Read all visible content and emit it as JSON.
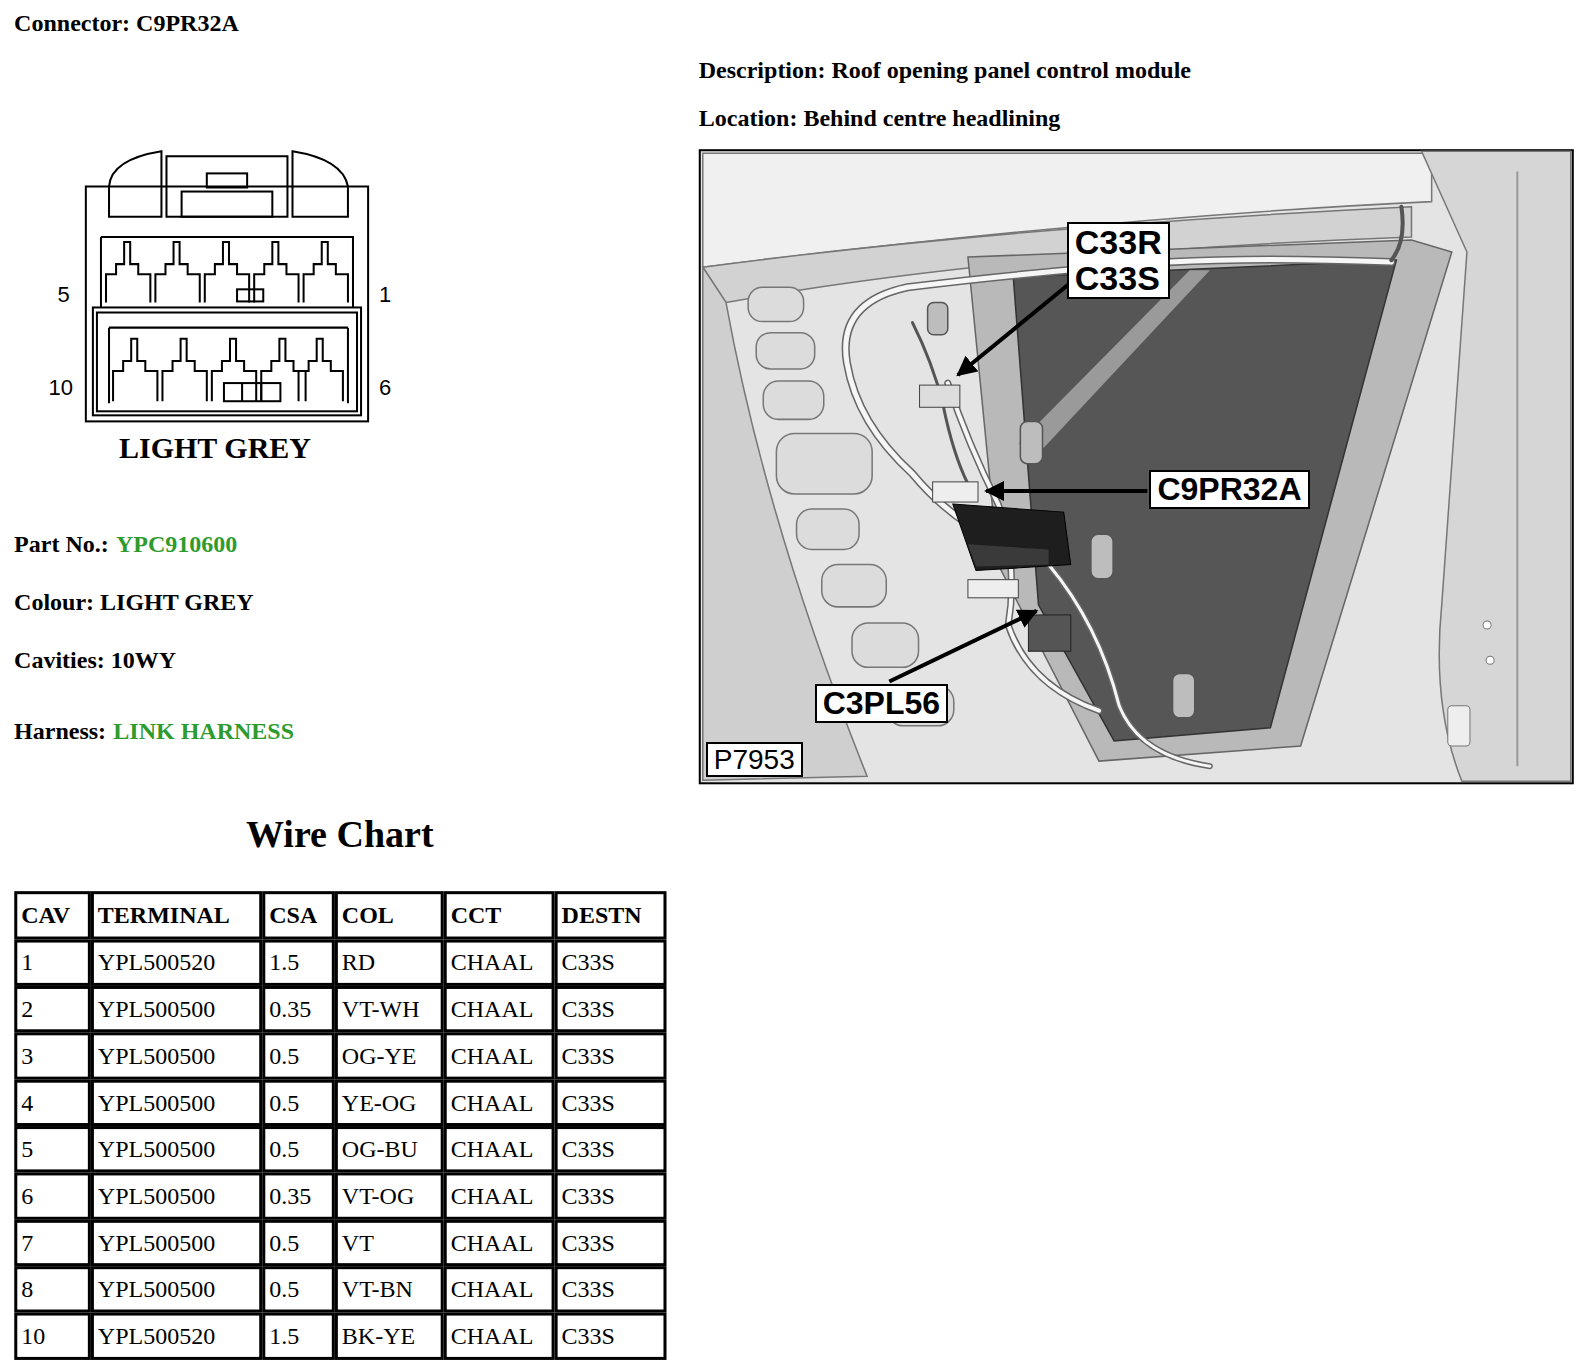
{
  "diagram": {
    "title": "Connector: C9PR32A",
    "nodes": [
      {
        "text": [
          "C33R C33S"
        ]
      },
      {
        "text": [
          "C9PR32A"
        ]
      },
      {
        "text": [
          "C3PL56"
        ]
      },
      {
        "text": [
          "P7953"
        ]
      }
    ],
    "labels": [
      "Description: Roof opening panel control module",
      "Location: Behind centre headlining",
      "5",
      "1",
      "10",
      "6",
      "LIGHT GREY",
      "Part No.:",
      "YPC910600",
      "Colour: LIGHT GREY",
      "Cavities: 10WY",
      "Harness:",
      "LINK HARNESS",
      "Wire Chart",
      "CAV",
      "TERMINAL",
      "CSA",
      "COL",
      "CCT",
      "DESTN",
      "1",
      "YPL500520",
      "1.5",
      "RD",
      "CHAAL",
      "C33S",
      "2",
      "YPL500500",
      "0.35",
      "VT-WH",
      "CHAAL",
      "C33S",
      "3",
      "YPL500500",
      "0.5",
      "OG-YE",
      "CHAAL",
      "C33S",
      "4",
      "YPL500500",
      "0.5",
      "YE-OG",
      "CHAAL",
      "C33S",
      "5",
      "YPL500500",
      "0.5",
      "OG-BU",
      "CHAAL",
      "C33S",
      "6",
      "YPL500500",
      "0.35",
      "VT-OG",
      "CHAAL",
      "C33S",
      "7",
      "YPL500500",
      "0.5",
      "VT",
      "CHAAL",
      "C33S",
      "8",
      "YPL500500",
      "0.5",
      "VT-BN",
      "CHAAL",
      "C33S",
      "10",
      "YPL500520",
      "1.5",
      "BK-YE",
      "CHAAL",
      "C33S"
    ]
  }
}
